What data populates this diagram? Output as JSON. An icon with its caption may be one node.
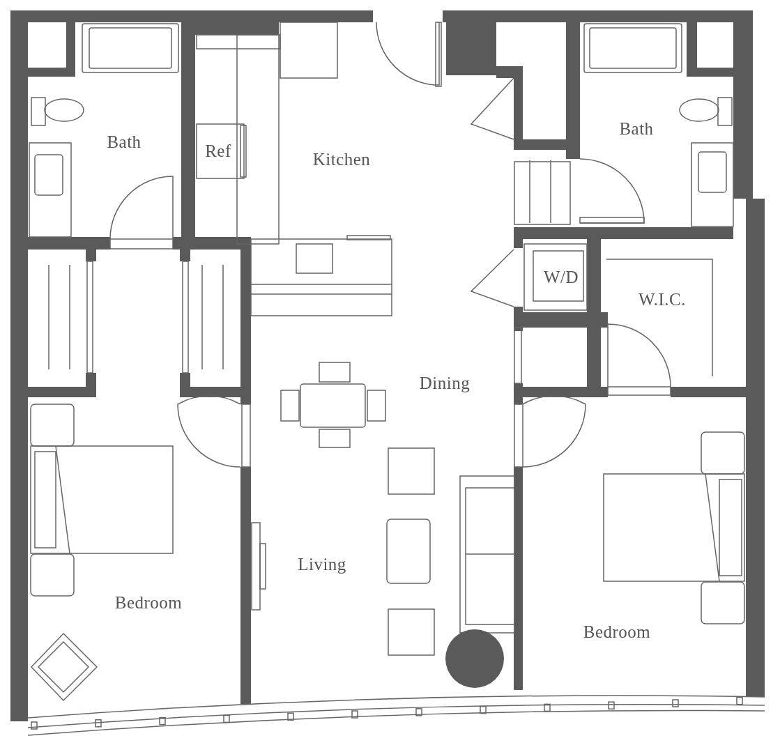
{
  "diagram": {
    "labels": [
      "Bath",
      "Ref",
      "Kitchen",
      "Bath",
      "W/D",
      "W.I.C.",
      "Dining",
      "Living",
      "Bedroom",
      "Bedroom"
    ]
  }
}
